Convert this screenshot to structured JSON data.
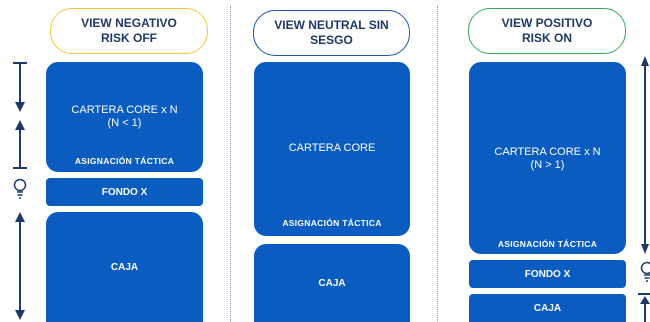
{
  "columns": [
    {
      "header": [
        "VIEW NEGATIVO",
        "RISK OFF"
      ],
      "core": [
        "CARTERA CORE x N",
        "(N < 1)"
      ],
      "tactica": "ASIGNACIÓN TÁCTICA",
      "fondo": "FONDO X",
      "caja": "CAJA",
      "color": "#f2c63a"
    },
    {
      "header": [
        "VIEW NEUTRAL SIN",
        "SESGO"
      ],
      "core": [
        "CARTERA CORE"
      ],
      "tactica": "ASIGNACIÓN TÁCTICA",
      "caja": "CAJA",
      "color": "#1f5aa6"
    },
    {
      "header": [
        "VIEW POSITIVO",
        "RISK ON"
      ],
      "core": [
        "CARTERA CORE x N",
        "(N > 1)"
      ],
      "tactica": "ASIGNACIÓN TÁCTICA",
      "fondo": "FONDO X",
      "caja": "CAJA",
      "color": "#3aa65a"
    }
  ],
  "colors": {
    "box": "#0a5cc0",
    "arrow": "#1f3a66"
  }
}
